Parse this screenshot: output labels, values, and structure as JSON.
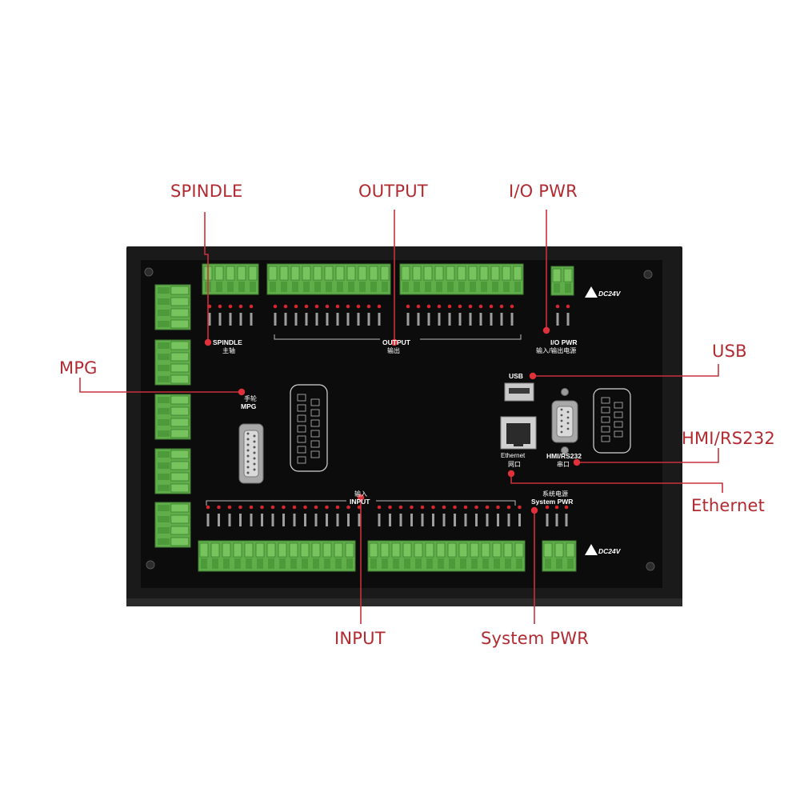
{
  "callouts": {
    "spindle": "SPINDLE",
    "output": "OUTPUT",
    "io_pwr": "I/O PWR",
    "usb": "USB",
    "mpg": "MPG",
    "hmi_rs232": "HMI/RS232",
    "ethernet": "Ethernet",
    "input": "INPUT",
    "system_pwr": "System PWR"
  },
  "board_labels": {
    "spindle": "SPINDLE",
    "spindle_cn": "主轴",
    "output": "OUTPUT",
    "output_cn": "输出",
    "io_pwr": "I/O PWR",
    "io_pwr_cn": "输入/输出电源",
    "usb": "USB",
    "mpg": "MPG",
    "mpg_cn": "手轮",
    "ethernet": "Ethernet",
    "ethernet_cn": "网口",
    "hmi_rs232": "HMI/RS232",
    "hmi_rs232_cn": "串口",
    "input": "INPUT",
    "input_cn": "输入",
    "system_pwr": "System PWR",
    "system_pwr_cn": "系统电源",
    "dc24v_top": "DC24V",
    "dc24v_bottom": "DC24V"
  },
  "colors": {
    "callout_text": "#b02a30",
    "leader_line": "#c8323a",
    "marker_dot": "#e0303a",
    "panel": "#0c0c0c",
    "terminal_green": "#5fae4a",
    "led_red": "#d6262e"
  }
}
